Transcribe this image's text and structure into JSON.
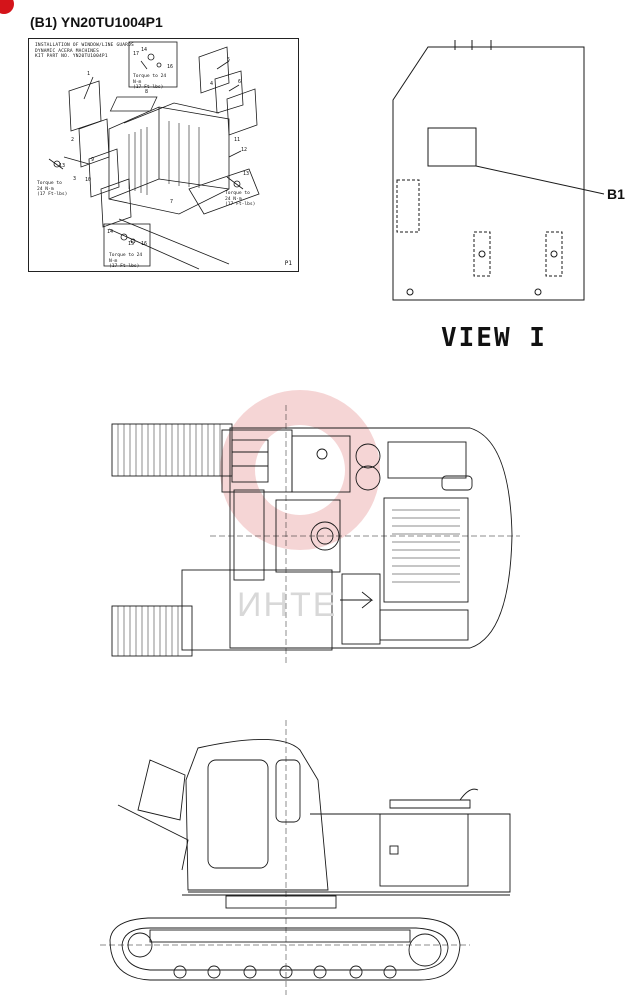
{
  "header": {
    "title": "(B1) YN20TU1004P1"
  },
  "kit_drawing": {
    "title_lines": [
      "INSTALLATION OF WINDOW/LINE GUARDS",
      "DYNAMIC ACERA MACHINES",
      "KIT PART NO. YN20TU1004P1"
    ],
    "torque_notes": {
      "top": [
        "Torque to 24 N·m",
        "(17 Ft-lbs)"
      ],
      "left": [
        "Torque to",
        "24 N·m",
        "(17 Ft-lbs)"
      ],
      "right": [
        "Torque to",
        "24 N·m",
        "(17 Ft-lbs)"
      ],
      "bottom": [
        "Torque to 24 N·m",
        "(17 Ft-lbs)"
      ]
    },
    "callouts": {
      "c1": "1",
      "c2": "2",
      "c3": "3",
      "c4": "4",
      "c5": "5",
      "c6": "6",
      "c7": "7",
      "c8": "8",
      "c9": "9",
      "c10": "10",
      "c11": "11",
      "c12": "12",
      "c13a": "13",
      "c13b": "13",
      "c14a": "14",
      "c14b": "14",
      "c15": "15",
      "c16a": "16",
      "c16b": "16",
      "c17": "17"
    },
    "page_tag": "P1"
  },
  "view": {
    "label": "VIEW I",
    "reference": "B1"
  },
  "colors": {
    "line": "#1a1a1a",
    "badge": "#d4141a",
    "watermark": "#f2c4c4"
  }
}
